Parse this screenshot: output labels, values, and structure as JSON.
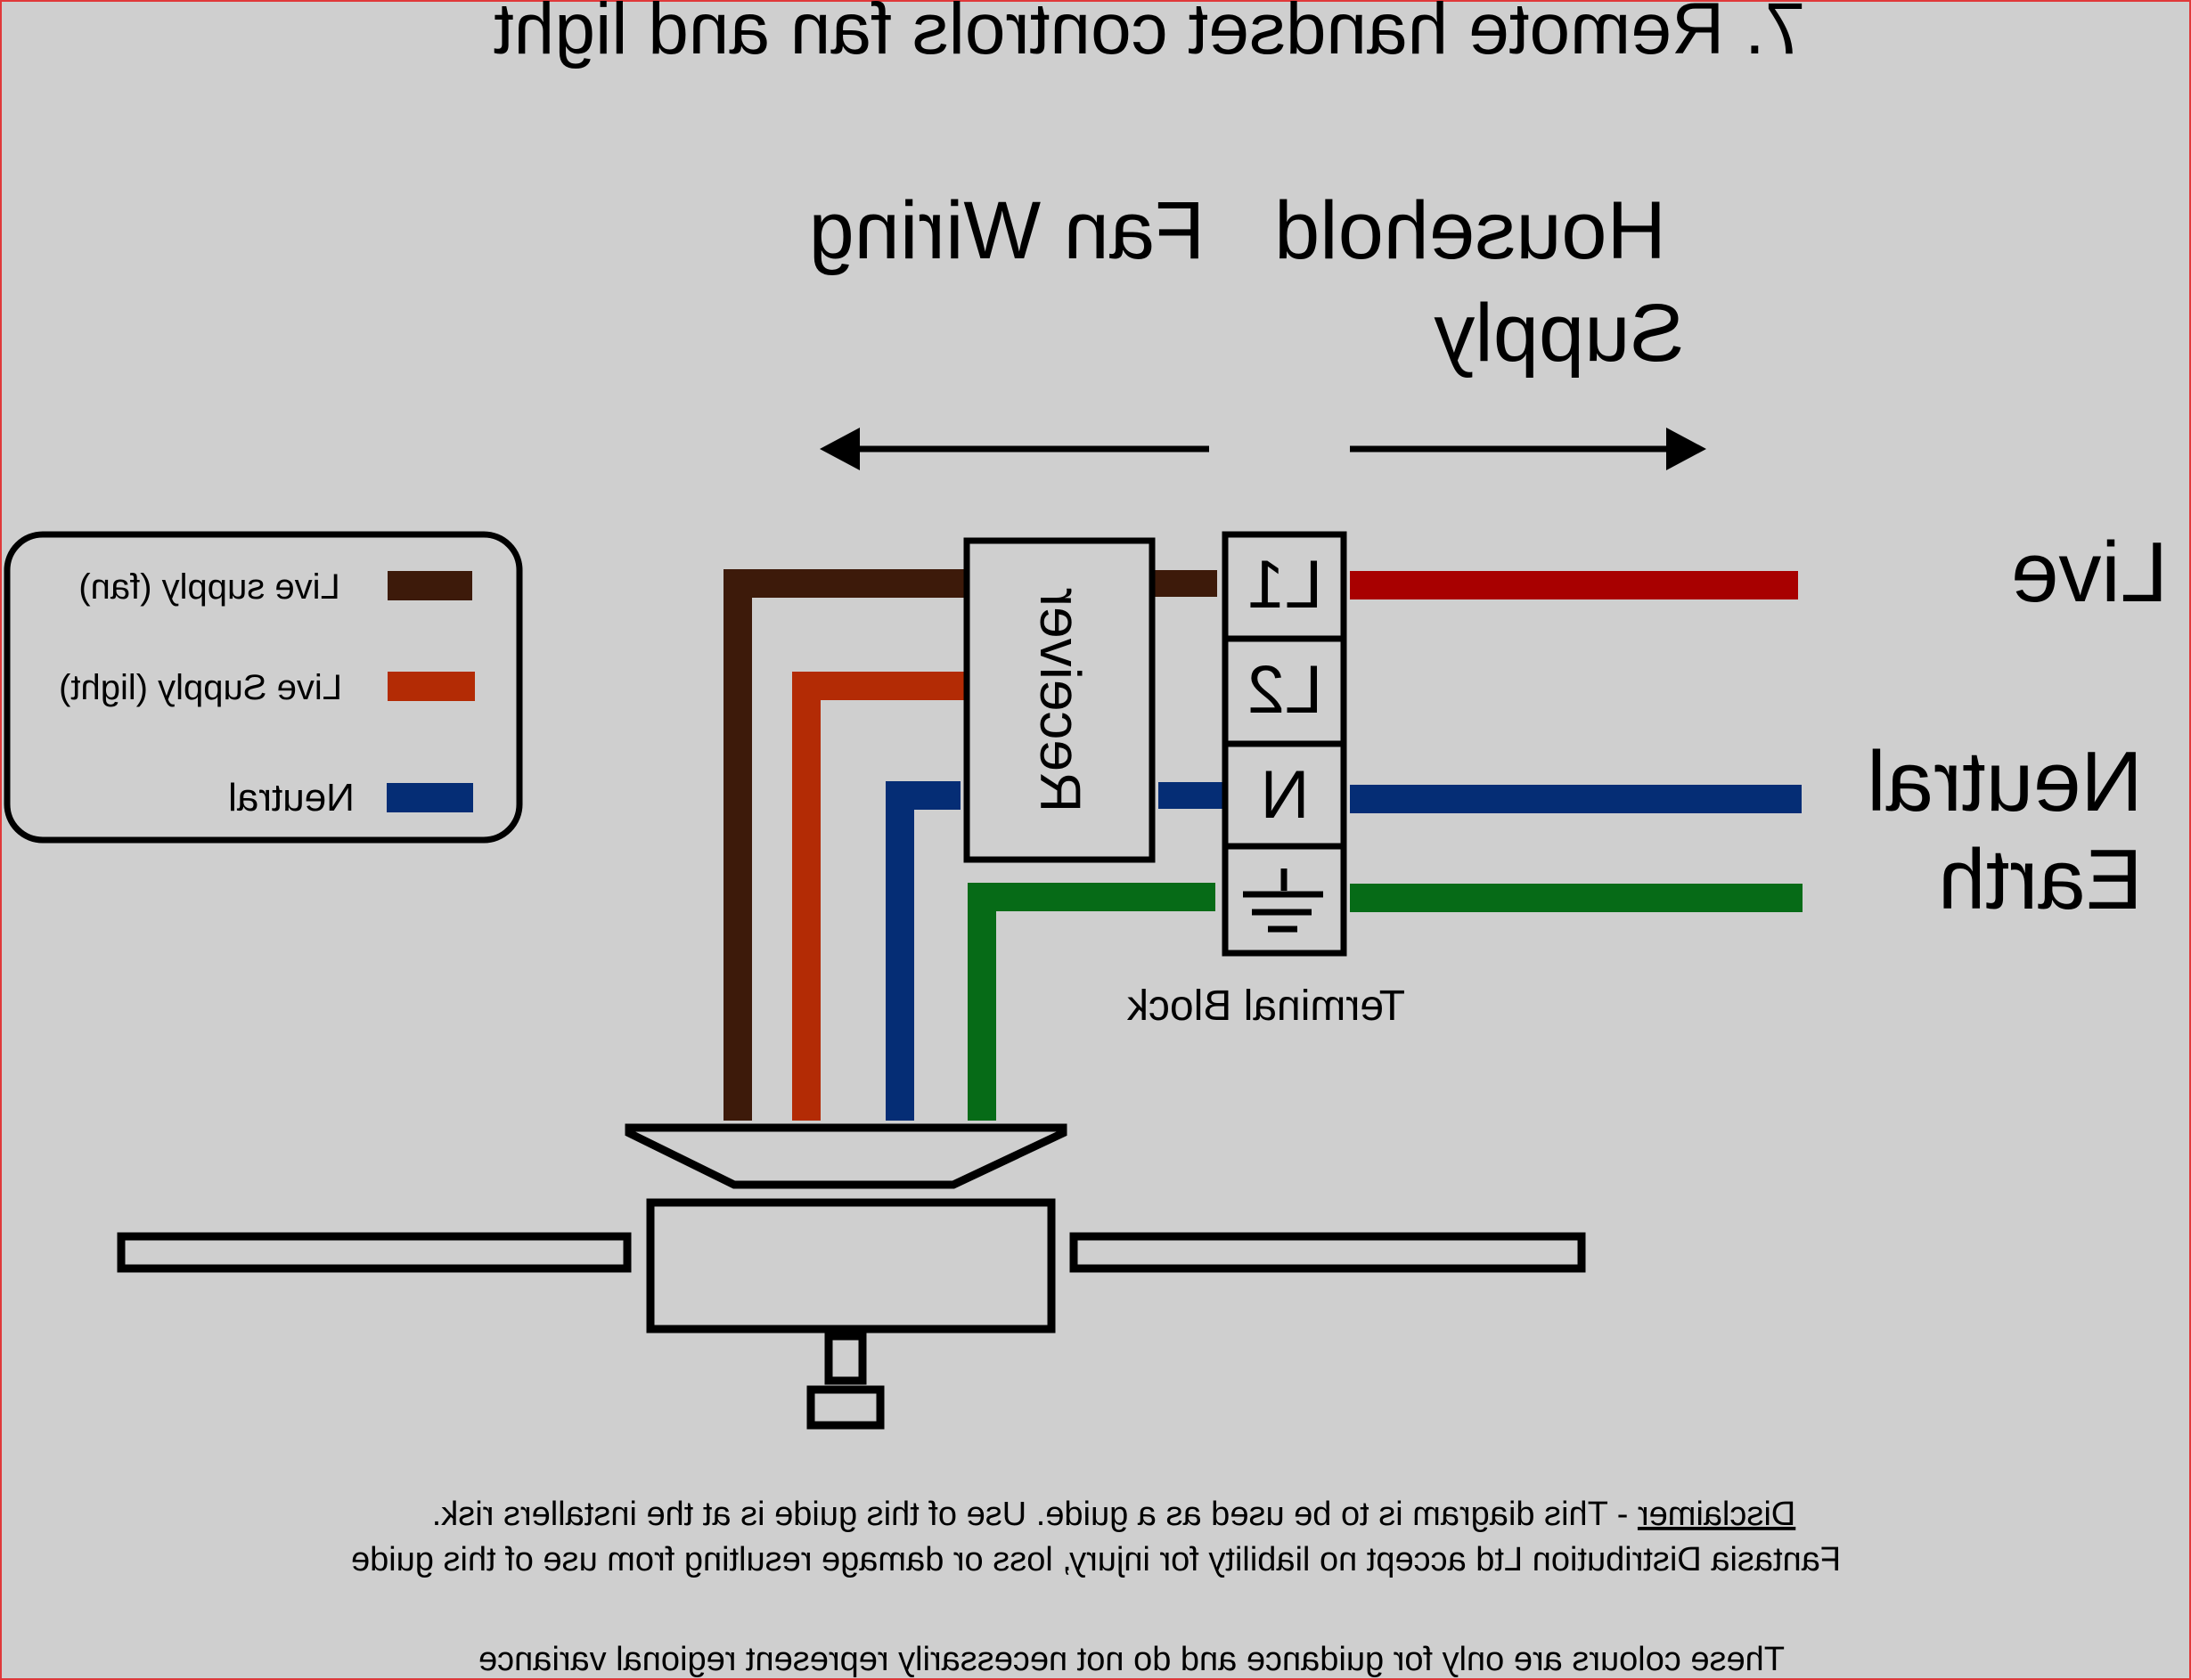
{
  "title": "7. Remote handset controls fan and light",
  "headers": {
    "fan_wiring": "Fan Wiring",
    "household_line1": "Household",
    "household_line2": "Supply"
  },
  "legend": {
    "items": [
      {
        "label": "Live supply (fan)",
        "color": "#3d1a0a"
      },
      {
        "label": "Live Supply (light)",
        "color": "#b32b05"
      },
      {
        "label": "Neutral",
        "color": "#052d75"
      }
    ]
  },
  "receiver": {
    "label": "Receiver"
  },
  "terminal_block": {
    "label": "Terminal Block",
    "terminals": [
      "L1",
      "L2",
      "N",
      "earth-symbol"
    ]
  },
  "supply_labels": {
    "live": "Live",
    "neutral": "Neutral",
    "earth": "Earth"
  },
  "wire_colors": {
    "live_fan": "#3d1a0a",
    "live_light": "#b32b05",
    "neutral": "#052d75",
    "earth": "#066b17",
    "supply_live": "#a80000"
  },
  "disclaimer": {
    "heading": "Disclaimer",
    "line1_rest": " - This diagram is to be used as a guide.  Use of this guide is at the installers risk.",
    "line2": "Fantasia Distribution Ltd accept no liability for injury, loss or damage resulting from use of this guide",
    "line3": "These colours are only for guidance and do not necessarily represent regional variance"
  }
}
